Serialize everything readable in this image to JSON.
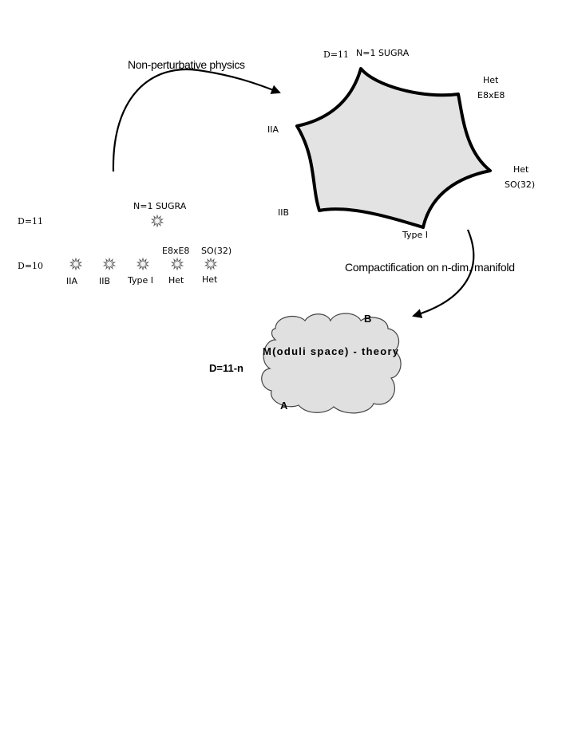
{
  "labels": {
    "arrow_top": "Non-perturbative physics",
    "arrow_bottom": "Compactification on n-dim. manifold",
    "star": {
      "d11": "D=11",
      "sugra": "N=1 SUGRA",
      "het_e8": "Het",
      "e8xe8": "E8xE8",
      "iia": "IIA",
      "het_so": "Het",
      "so32": "SO(32)",
      "iib": "IIB",
      "typei": "Type I"
    },
    "left": {
      "sugra": "N=1 SUGRA",
      "d11": "D=11",
      "d10": "D=10",
      "e8xe8": "E8xE8",
      "so32": "SO(32)",
      "iia": "IIA",
      "iib": "IIB",
      "typei": "Type I",
      "het1": "Het",
      "het2": "Het"
    },
    "cloud": {
      "theory": "M(oduli space) - theory",
      "b": "B",
      "a": "A",
      "dim": "D=11-n"
    }
  },
  "colors": {
    "star_fill": "#e3e3e3",
    "cloud_fill": "#e0e0e0",
    "ink": "#000000"
  }
}
